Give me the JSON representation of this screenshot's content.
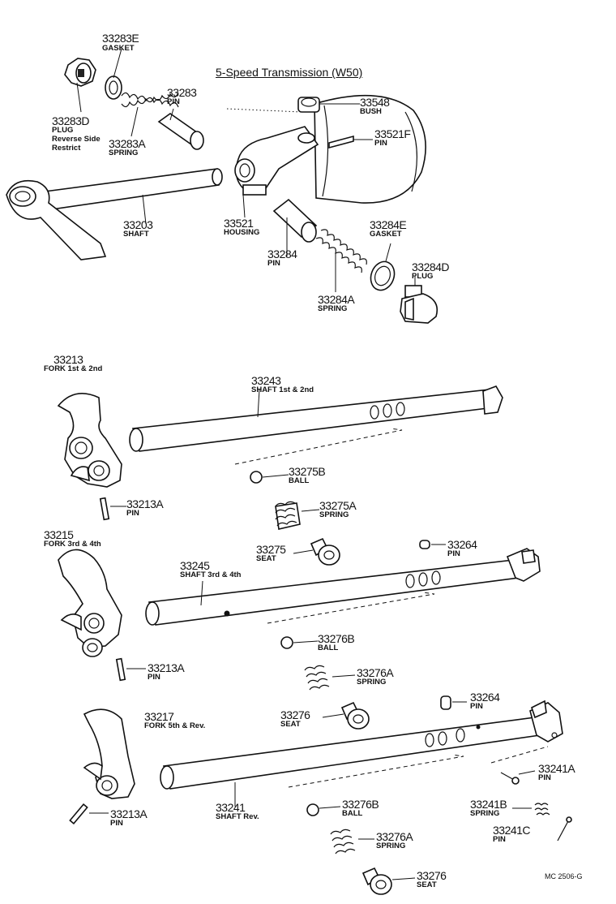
{
  "title": "5-Speed Transmission (W50)",
  "footer_code": "MC 2506-G",
  "parts": {
    "p33283E": {
      "number": "33283E",
      "desc": "GASKET"
    },
    "p33283D": {
      "number": "33283D",
      "desc": "PLUG",
      "note1": "Reverse Side",
      "note2": "Restrict"
    },
    "p33283A": {
      "number": "33283A",
      "desc": "SPRING"
    },
    "p33283": {
      "number": "33283",
      "desc": "PIN"
    },
    "p33548": {
      "number": "33548",
      "desc": "BUSH"
    },
    "p33521F": {
      "number": "33521F",
      "desc": "PIN"
    },
    "p33521": {
      "number": "33521",
      "desc": "HOUSING"
    },
    "p33203": {
      "number": "33203",
      "desc": "SHAFT"
    },
    "p33284": {
      "number": "33284",
      "desc": "PIN"
    },
    "p33284E": {
      "number": "33284E",
      "desc": "GASKET"
    },
    "p33284D": {
      "number": "33284D",
      "desc": "PLUG"
    },
    "p33284A": {
      "number": "33284A",
      "desc": "SPRING"
    },
    "p33213": {
      "number": "33213",
      "desc": "FORK 1st & 2nd"
    },
    "p33243": {
      "number": "33243",
      "desc": "SHAFT  1st & 2nd"
    },
    "p33275B": {
      "number": "33275B",
      "desc": "BALL"
    },
    "p33213A_1": {
      "number": "33213A",
      "desc": "PIN"
    },
    "p33275A": {
      "number": "33275A",
      "desc": "SPRING"
    },
    "p33215": {
      "number": "33215",
      "desc": "FORK 3rd & 4th"
    },
    "p33275": {
      "number": "33275",
      "desc": "SEAT"
    },
    "p33264_1": {
      "number": "33264",
      "desc": "PIN"
    },
    "p33245": {
      "number": "33245",
      "desc": "SHAFT  3rd & 4th"
    },
    "p33276B_1": {
      "number": "33276B",
      "desc": "BALL"
    },
    "p33213A_2": {
      "number": "33213A",
      "desc": "PIN"
    },
    "p33276A_1": {
      "number": "33276A",
      "desc": "SPRING"
    },
    "p33264_2": {
      "number": "33264",
      "desc": "PIN"
    },
    "p33217": {
      "number": "33217",
      "desc": "FORK 5th & Rev."
    },
    "p33276_1": {
      "number": "33276",
      "desc": "SEAT"
    },
    "p33241A": {
      "number": "33241A",
      "desc": "PIN"
    },
    "p33241": {
      "number": "33241",
      "desc": "SHAFT  Rev."
    },
    "p33276B_2": {
      "number": "33276B",
      "desc": "BALL"
    },
    "p33241B": {
      "number": "33241B",
      "desc": "SPRING"
    },
    "p33213A_3": {
      "number": "33213A",
      "desc": "PIN"
    },
    "p33241C": {
      "number": "33241C",
      "desc": "PIN"
    },
    "p33276A_2": {
      "number": "33276A",
      "desc": "SPRING"
    },
    "p33276_2": {
      "number": "33276",
      "desc": "SEAT"
    }
  }
}
